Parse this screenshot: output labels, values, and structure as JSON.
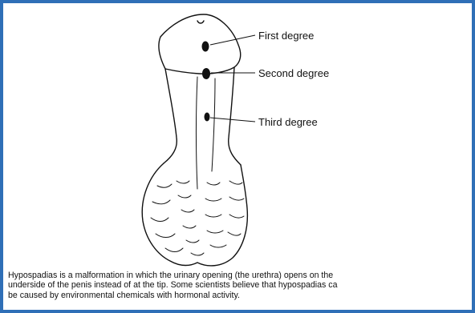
{
  "diagram": {
    "labels": {
      "first": "First degree",
      "second": "Second degree",
      "third": "Third degree"
    }
  },
  "caption": {
    "line1": "Hypospadias is a malformation in which  the urinary opening (the urethra) opens on the",
    "line2": "underside of the penis instead of at the tip. Some scientists believe that hypospadias ca",
    "line3": "be caused by environmental chemicals with hormonal activity."
  },
  "colors": {
    "frame": "#2f6fb7",
    "ink": "#111111"
  }
}
